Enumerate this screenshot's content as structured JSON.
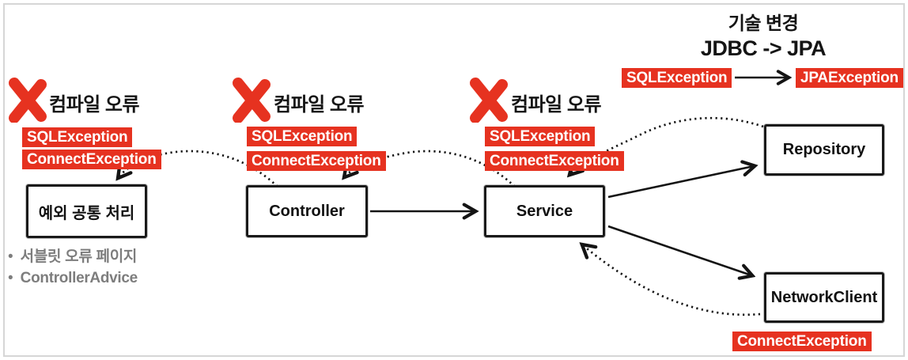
{
  "tech_change": {
    "title": "기술 변경",
    "subtitle": "JDBC -> JPA",
    "from": "SQLException",
    "to": "JPAException"
  },
  "groups": [
    {
      "header": "컴파일 오류",
      "exception1": "SQLException",
      "exception2": "ConnectException",
      "box": "예외 공통 처리"
    },
    {
      "header": "컴파일 오류",
      "exception1": "SQLException",
      "exception2": "ConnectException",
      "box": "Controller"
    },
    {
      "header": "컴파일 오류",
      "exception1": "SQLException",
      "exception2": "ConnectException",
      "box": "Service"
    }
  ],
  "right": {
    "repository": "Repository",
    "network_client": "NetworkClient",
    "network_exception": "ConnectException"
  },
  "notes": {
    "item1": "서블릿 오류 페이지",
    "item2": "ControllerAdvice"
  },
  "colors": {
    "accent_red": "#e63220",
    "ink": "#141414",
    "muted_gray": "#7d7d7d",
    "frame_border": "#d6d6d6"
  }
}
